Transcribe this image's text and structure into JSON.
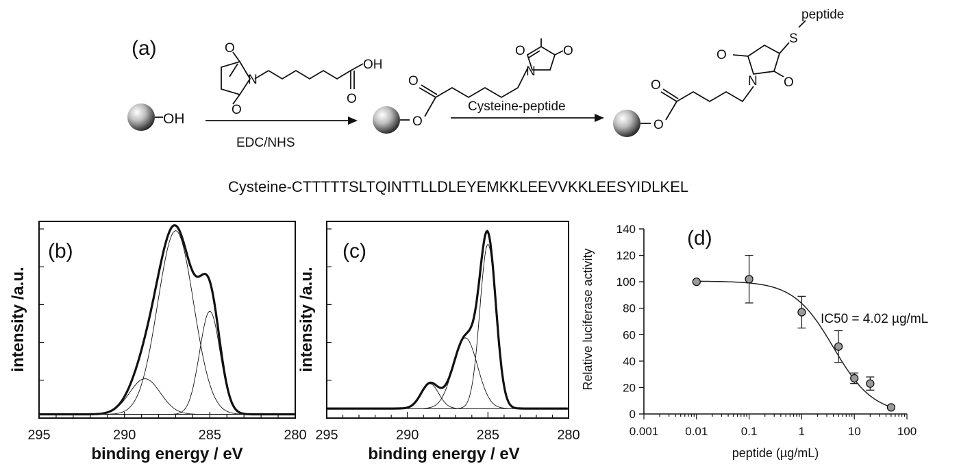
{
  "scheme": {
    "panel_label": "(a)",
    "reagent_1": "EDC/NHS",
    "reagent_2": "Cysteine-peptide",
    "start_group": "OH",
    "oh_acid": "OH",
    "o_link_1": "O",
    "o_link_2": "O",
    "o_carbonyl_1": "O",
    "o_carbonyl_2": "O",
    "o_ring_a1": "O",
    "o_ring_a2": "O",
    "n_a": "N",
    "o_ring_b1": "O",
    "o_ring_b2": "O",
    "n_b": "N",
    "o_ring_c1": "O",
    "o_ring_c2": "O",
    "n_c": "N",
    "o_acid_carbonyl": "O",
    "sulfur": "S",
    "peptide_tag": "peptide",
    "sequence": "Cysteine-CTTTTTSLTQINTTLLDLEYEMKKLEEVVKKLEESYIDLKEL"
  },
  "chart_data": [
    {
      "type": "line",
      "panel_label": "(b)",
      "xlabel": "binding energy / eV",
      "ylabel": "intensity /a.u.",
      "x_ticks": [
        295,
        290,
        285,
        280
      ],
      "xlim": [
        295,
        280
      ],
      "x_reversed": true,
      "baseline": 0.02,
      "components": [
        {
          "center": 288.8,
          "amplitude": 0.19,
          "width": 0.9
        },
        {
          "center": 287.0,
          "amplitude": 0.98,
          "width": 1.05
        },
        {
          "center": 285.0,
          "amplitude": 0.55,
          "width": 0.6
        }
      ],
      "ylim": [
        0,
        1.05
      ]
    },
    {
      "type": "line",
      "panel_label": "(c)",
      "xlabel": "binding energy / eV",
      "ylabel": "intensity /a.u.",
      "x_ticks": [
        295,
        290,
        285,
        280
      ],
      "xlim": [
        295,
        280
      ],
      "x_reversed": true,
      "baseline": 0.05,
      "components": [
        {
          "center": 288.6,
          "amplitude": 0.13,
          "width": 0.55
        },
        {
          "center": 286.4,
          "amplitude": 0.37,
          "width": 0.75
        },
        {
          "center": 285.0,
          "amplitude": 0.86,
          "width": 0.5
        }
      ],
      "ylim": [
        0,
        1.03
      ]
    },
    {
      "type": "scatter",
      "panel_label": "(d)",
      "xlabel": "peptide (µg/mL)",
      "ylabel": "Relative luciferase activity",
      "xscale": "log",
      "xlim": [
        0.001,
        100
      ],
      "ylim": [
        0,
        140
      ],
      "x_tick_labels": [
        "0.001",
        "0.01",
        "0.1",
        "1",
        "10",
        "100"
      ],
      "y_ticks": [
        0,
        20,
        40,
        60,
        80,
        100,
        120,
        140
      ],
      "annotation": "IC50 = 4.02 µg/mL",
      "points": [
        {
          "x": 0.01,
          "y": 100,
          "err": 0
        },
        {
          "x": 0.1,
          "y": 102,
          "err": 18
        },
        {
          "x": 1,
          "y": 77,
          "err": 12
        },
        {
          "x": 5,
          "y": 51,
          "err": 12
        },
        {
          "x": 10,
          "y": 27,
          "err": 4
        },
        {
          "x": 20,
          "y": 23,
          "err": 5
        },
        {
          "x": 50,
          "y": 5,
          "err": 0
        }
      ],
      "fit": {
        "top": 100.5,
        "ic50": 4.02,
        "hill": 1.15
      },
      "colors": {
        "marker": "#9a9a9a",
        "line": "#222222"
      }
    }
  ]
}
